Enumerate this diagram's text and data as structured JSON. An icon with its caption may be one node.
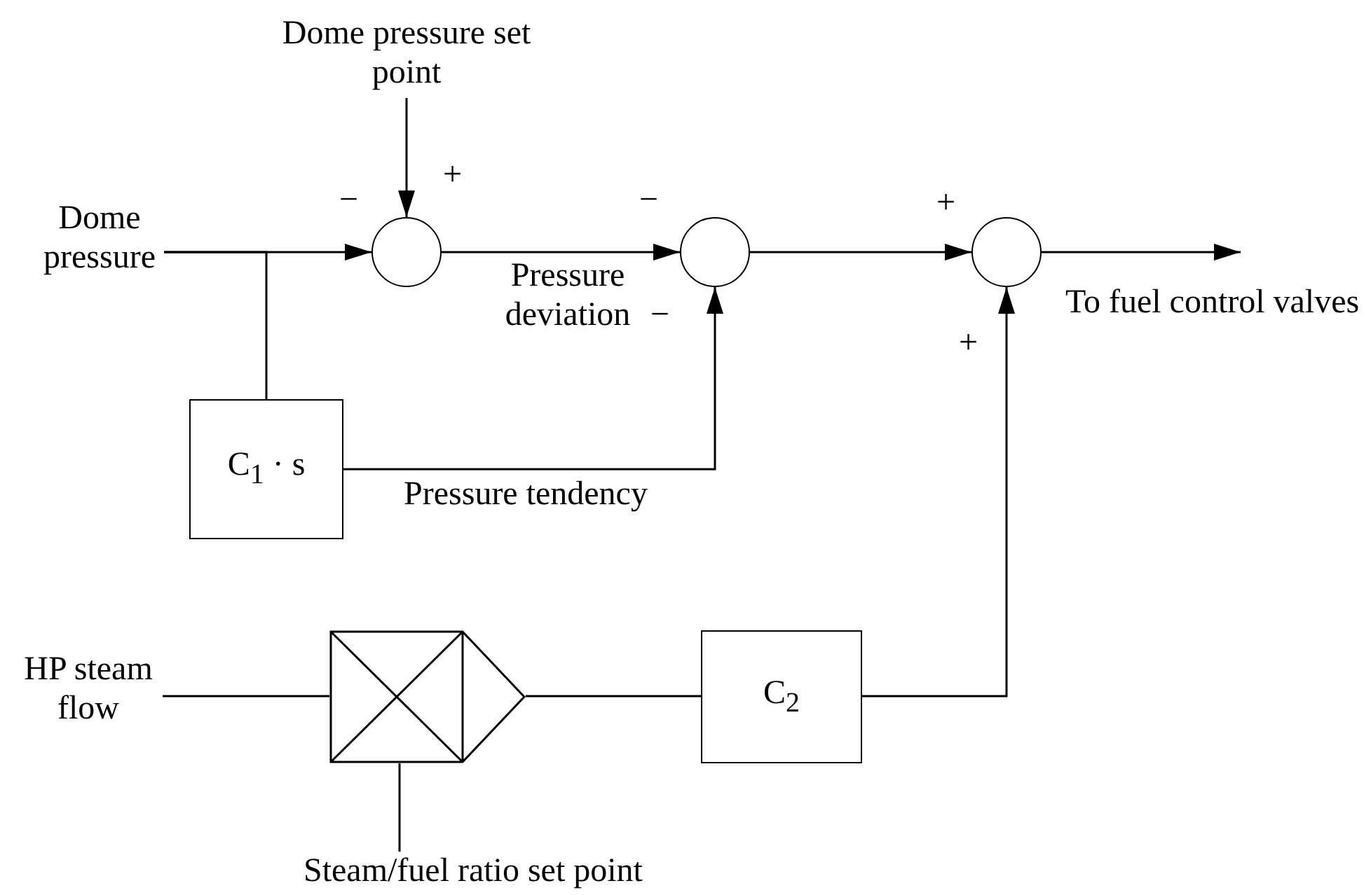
{
  "diagram": {
    "nodes": [
      {
        "text": [
          "Dome pressure set point"
        ]
      },
      {
        "text": [
          "Dome pressure"
        ]
      },
      {
        "text": [],
        "shape": "circle"
      },
      {
        "text": [],
        "shape": "circle"
      },
      {
        "text": [],
        "shape": "circle"
      },
      {
        "text": [
          "C$_{1}$ · s"
        ]
      },
      {
        "text": [
          "HP steam flow"
        ]
      },
      {
        "text": [],
        "shape": "multiplier"
      },
      {
        "text": [
          "C$_{2}$"
        ]
      },
      {
        "text": [
          "Steam/fuel ratio set point"
        ]
      }
    ],
    "edges": [
      {
        "from": 0,
        "to": 2,
        "arrow": "to"
      },
      {
        "from": 1,
        "to": 2,
        "arrow": "to"
      },
      {
        "from": 1,
        "to": 5,
        "arrow": "none"
      },
      {
        "from": 2,
        "to": 3,
        "arrow": "to",
        "label": "Pressure deviation"
      },
      {
        "from": 5,
        "to": 3,
        "arrow": "to",
        "label": "Pressure tendency"
      },
      {
        "from": 3,
        "to": 4,
        "arrow": "to"
      },
      {
        "from": 4,
        "to": null,
        "arrow": "to"
      },
      {
        "from": 6,
        "to": 7,
        "arrow": "none"
      },
      {
        "from": 9,
        "to": 7,
        "arrow": "none"
      },
      {
        "from": 7,
        "to": 8,
        "arrow": "none"
      },
      {
        "from": 8,
        "to": 4,
        "arrow": "to"
      }
    ],
    "labels": [
      "−",
      "+",
      "−",
      "−",
      "+",
      "+",
      "To fuel control valves"
    ]
  }
}
